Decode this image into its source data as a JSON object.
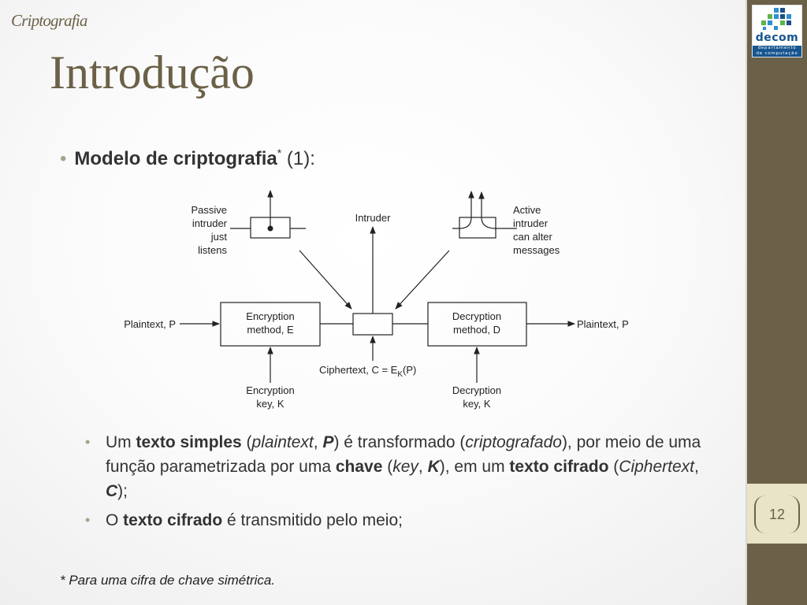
{
  "header": {
    "subject": "Criptografia",
    "title": "Introdução"
  },
  "bullet1": {
    "bold": "Modelo de criptografia",
    "sup": "*",
    "rest": " (1):"
  },
  "diagram": {
    "passive": [
      "Passive",
      "intruder",
      "just",
      "listens"
    ],
    "intruder": "Intruder",
    "active": [
      "Active",
      "intruder",
      "can alter",
      "messages"
    ],
    "plaintext_in": "Plaintext, P",
    "encryption_method": [
      "Encryption",
      "method, E"
    ],
    "decryption_method": [
      "Decryption",
      "method, D"
    ],
    "plaintext_out": "Plaintext, P",
    "ciphertext_pre": "Ciphertext, C = E",
    "ciphertext_sub": "K",
    "ciphertext_post": "(P)",
    "encryption_key": [
      "Encryption",
      "key, K"
    ],
    "decryption_key": [
      "Decryption",
      "key, K"
    ]
  },
  "sub_bullets": {
    "b1": {
      "t1": "Um ",
      "b1": "texto simples",
      "t2": " (",
      "i1": "plaintext",
      "t3": ", ",
      "bi1": "P",
      "t4": ") é transformado (",
      "i2": "criptografado",
      "t5": "), por meio de uma função parametrizada por uma ",
      "b2": "chave",
      "t6": " (",
      "i3": "key",
      "t7": ", ",
      "bi2": "K",
      "t8": "), em um ",
      "b3": "texto cifrado",
      "t9": " (",
      "i4": "Ciphertext",
      "t10": ", ",
      "bi3": "C",
      "t11": ");"
    },
    "b2": {
      "t1": "O ",
      "b1": "texto cifrado",
      "t2": " é transmitido pelo meio;"
    }
  },
  "footnote": "* Para uma cifra de chave simétrica.",
  "sidebar": {
    "logo_word": "decom",
    "logo_sub1": "departamento",
    "logo_sub2": "de computação",
    "slide_number": "12"
  },
  "colors": {
    "accent": "#6b6148",
    "band": "#e9e3c7",
    "logo_blue": "#16558f"
  }
}
